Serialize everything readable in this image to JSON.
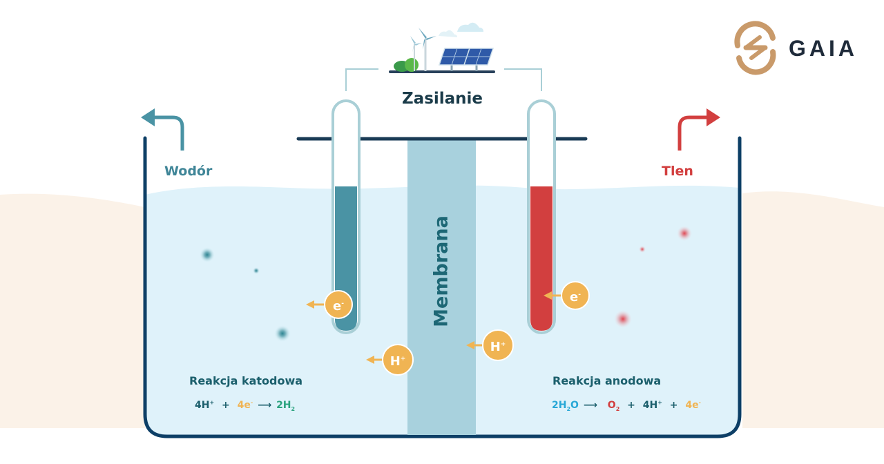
{
  "brand": {
    "name": "GAIA",
    "logo_icon": "gaia-logo-icon",
    "logo_color": "#c99a6a"
  },
  "power_label": "Zasilanie",
  "membrane_label": "Membrana",
  "hydrogen_label": "Wodór",
  "oxygen_label": "Tlen",
  "cathode": {
    "title": "Reakcja katodowa",
    "equation": {
      "t1": "4H",
      "s1": "+",
      "plus1": "+",
      "t2": "4e",
      "s2": "-",
      "t3": "2H",
      "sub3": "2"
    }
  },
  "anode": {
    "title": "Reakcja anodowa",
    "equation": {
      "t1": "2H",
      "sub1": "2",
      "t1b": "O",
      "t2": "O",
      "sub2": "2",
      "plus1": "+",
      "t3": "4H",
      "s3": "+",
      "plus2": "+",
      "t4": "4e",
      "s4": "-"
    }
  },
  "ions": {
    "electron": {
      "symbol": "e",
      "charge": "-"
    },
    "proton": {
      "symbol": "H",
      "charge": "+"
    }
  },
  "colors": {
    "hydrogen": "#4a93a4",
    "oxygen": "#d23f3f",
    "ion": "#f0b453",
    "vessel": "#0d3f66",
    "electrolyte": "#dff2fa",
    "membrane": "#a8d1dd"
  }
}
